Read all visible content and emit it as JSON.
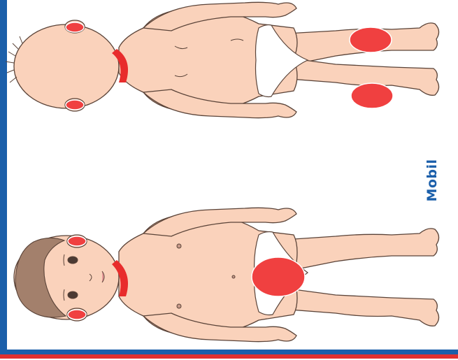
{
  "figure": {
    "side_label": "Mobil",
    "views": [
      "front-view",
      "back-view"
    ]
  },
  "colors": {
    "skin": "#fad2bb",
    "skin_outline": "#5a4338",
    "hair_front": "#a3806c",
    "highlight_red": "#e82c2c",
    "highlight_fill": "#f04040",
    "frame_blue": "#1b5faa",
    "frame_red": "#e03030",
    "label_blue": "#1b5faa",
    "diaper": "#ffffff"
  },
  "highlighted_regions": {
    "front_view": [
      "ears",
      "neck",
      "diaper-area"
    ],
    "back_view": [
      "ears",
      "neck",
      "back-of-knees"
    ]
  }
}
